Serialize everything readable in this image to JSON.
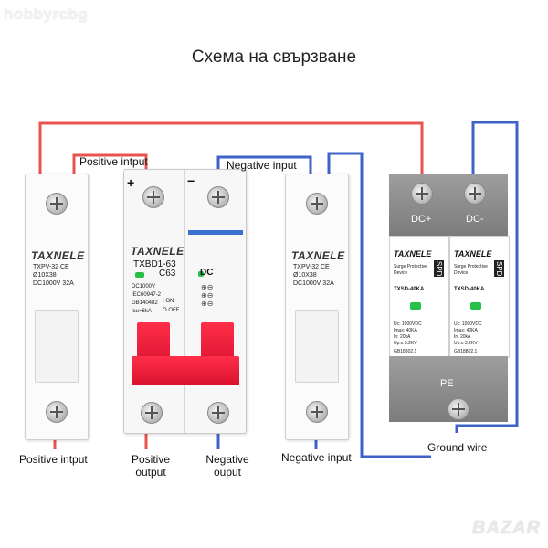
{
  "watermark": "hobbyrcbg",
  "title": "Схема на свързване",
  "labels": {
    "positive_input_top": "Positive intput",
    "negative_input_top": "Negative input",
    "positive_input_bottom": "Positive intput",
    "positive_output": "Positive output",
    "negative_output": "Negative ouput",
    "negative_input_bottom": "Negative input",
    "ground_wire": "Ground wire"
  },
  "fuse_holder": {
    "brand": "TAXNELE",
    "model": "TXPV-32",
    "ce": "CE",
    "size": "Ø10X38",
    "rating": "DC1000V  32A"
  },
  "breaker": {
    "brand": "TAXNELE",
    "model": "TXBD1-63",
    "curve": "C63",
    "type": "DC",
    "plus": "+",
    "minus": "−",
    "spec_lines": [
      "DC1000V",
      "IEC60947-2",
      "GB140482",
      "Icu=6kA"
    ],
    "on": "I ON",
    "off": "O OFF"
  },
  "spd": {
    "dc_plus": "DC+",
    "dc_minus": "DC-",
    "pe": "PE",
    "brand": "TAXNELE",
    "tag": "SPD",
    "desc": "Surge Protective Device",
    "model": "TXSD-40KA",
    "specs": [
      "Uc:  1000VDC",
      "Imax:  40KA",
      "In:  20kA",
      "Up:≤  3.2KV"
    ],
    "std": "GB18802.1"
  },
  "site_mark": "BAZAR",
  "colors": {
    "positive_wire": "#e8534f",
    "negative_wire": "#3f62c9",
    "handle": "#e8192f"
  }
}
